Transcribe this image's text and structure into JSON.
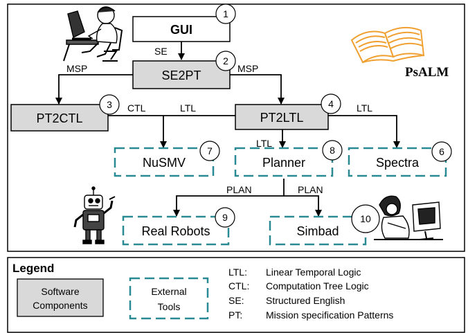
{
  "nodes": {
    "gui": "GUI",
    "se2pt": "SE2PT",
    "pt2ctl": "PT2CTL",
    "pt2ltl": "PT2LTL",
    "nusmv": "NuSMV",
    "planner": "Planner",
    "spectra": "Spectra",
    "real_robots": "Real Robots",
    "simbad": "Simbad"
  },
  "badges": {
    "gui": "1",
    "se2pt": "2",
    "pt2ctl": "3",
    "pt2ltl": "4",
    "spectra": "6",
    "nusmv": "7",
    "planner": "8",
    "real_robots": "9",
    "simbad": "10"
  },
  "edges": {
    "gui_to_se2pt": "SE",
    "se2pt_to_pt2ctl": "MSP",
    "se2pt_to_pt2ltl": "MSP",
    "pt2ctl_to_nusmv": "CTL",
    "pt2ltl_to_nusmv": "LTL",
    "pt2ltl_to_planner": "LTL",
    "pt2ltl_to_spectra": "LTL",
    "planner_to_real_robots": "PLAN",
    "planner_to_simbad": "PLAN"
  },
  "logo": {
    "text": "PsALM"
  },
  "legend": {
    "title": "Legend",
    "software_line1": "Software",
    "software_line2": "Components",
    "external_line1": "External",
    "external_line2": "Tools",
    "terms": [
      {
        "abbr": "LTL:",
        "def": "Linear  Temporal Logic"
      },
      {
        "abbr": "CTL:",
        "def": "Computation Tree Logic"
      },
      {
        "abbr": "SE:",
        "def": "Structured English"
      },
      {
        "abbr": "PT:",
        "def": "Mission  specification Patterns"
      }
    ]
  },
  "colors": {
    "software_fill": "#d9d9d9",
    "external_border": "#2a8a94",
    "book": "#f0a030"
  }
}
